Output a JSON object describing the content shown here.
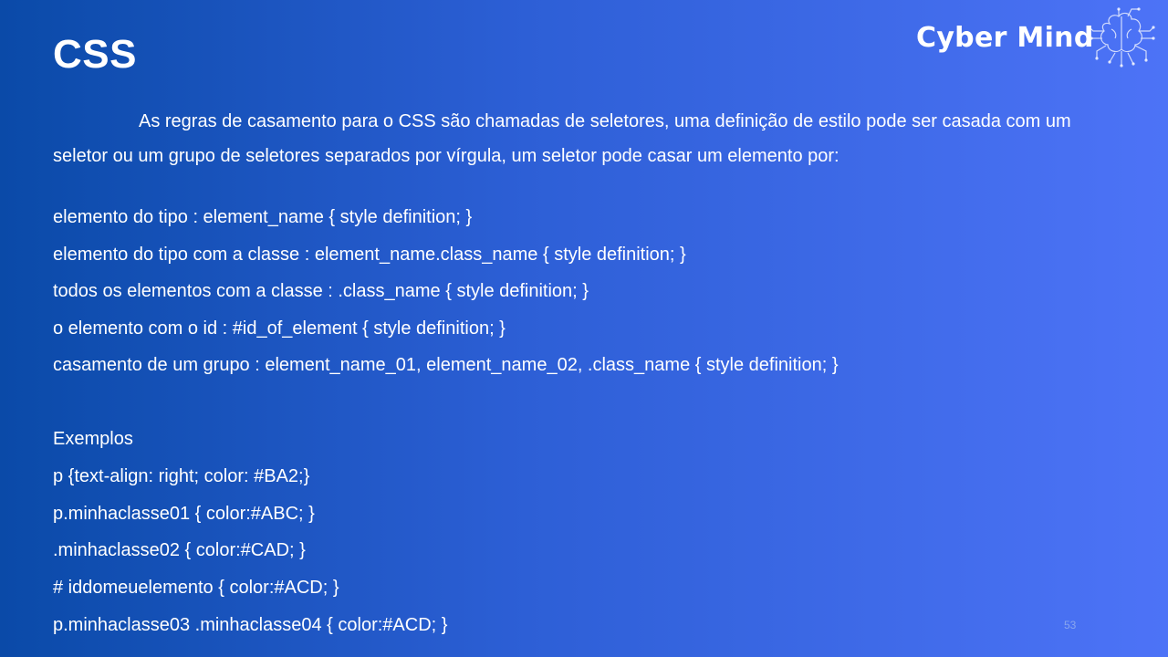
{
  "slide": {
    "title": "CSS",
    "logo_text": "Cyber Mind",
    "paragraph": "As regras de casamento para o CSS são chamadas de seletores, uma definição de estilo pode ser casada com um seletor ou um grupo de seletores separados por vírgula, um seletor pode casar um elemento por:",
    "rules": [
      "elemento do tipo : element_name { style definition; }",
      "elemento do tipo com a classe : element_name.class_name { style definition; }",
      "todos os elementos com a classe : .class_name { style definition; }",
      "o elemento com o id : #id_of_element { style definition; }",
      "casamento de um grupo : element_name_01, element_name_02, .class_name { style definition; }"
    ],
    "examples_heading": "Exemplos",
    "examples": [
      "p {text-align: right; color: #BA2;}",
      "p.minhaclasse01 { color:#ABC; }",
      ".minhaclasse02 { color:#CAD; }",
      "# iddomeuelemento { color:#ACD; }",
      "p.minhaclasse03 .minhaclasse04 { color:#ACD; }"
    ],
    "page_number": "53"
  },
  "colors": {
    "background_start": "#0a4aa8",
    "background_end": "#4d73f7",
    "text": "#ffffff"
  },
  "icons": {
    "logo": "brain-circuit-icon"
  }
}
